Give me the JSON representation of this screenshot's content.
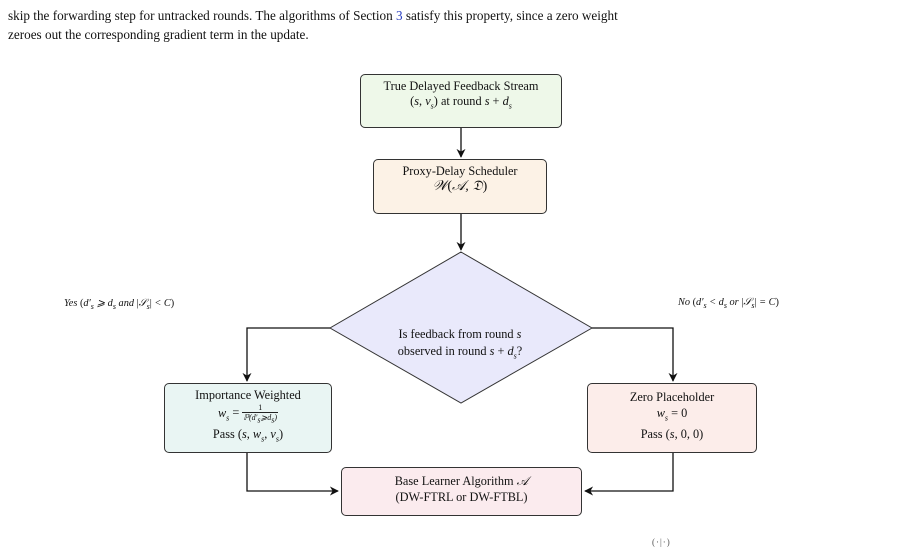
{
  "intro": {
    "line1_before": "skip the forwarding step for untracked rounds. The algorithms of Section ",
    "section_ref": "3",
    "line1_after": " satisfy this property, since a zero weight",
    "line2": "zeroes out the corresponding gradient term in the update."
  },
  "nodes": {
    "stream": {
      "title": "True Delayed Feedback Stream",
      "at_round": "at round"
    },
    "scheduler": {
      "title": "Proxy-Delay Scheduler"
    },
    "decision": {
      "line1": "Is feedback from round",
      "line2": "observed in round"
    },
    "weighted": {
      "title": "Importance Weighted",
      "pass": "Pass"
    },
    "zero": {
      "title": "Zero Placeholder",
      "pass": "Pass"
    },
    "learner": {
      "title": "Base Learner Algorithm",
      "subtitle": "(DW-FTRL or DW-FTBL)"
    }
  },
  "edges": {
    "yes": {
      "word": "Yes",
      "and": "and"
    },
    "no": {
      "word": "No",
      "or": "or"
    }
  },
  "colors": {
    "stream_fill": "#eef8e9",
    "scheduler_fill": "#fcf2e6",
    "decision_fill": "#e9e9fb",
    "weighted_fill": "#e9f5f3",
    "zero_fill": "#fcedea",
    "learner_fill": "#fbebee"
  },
  "footer_fragment": "(·|·)"
}
